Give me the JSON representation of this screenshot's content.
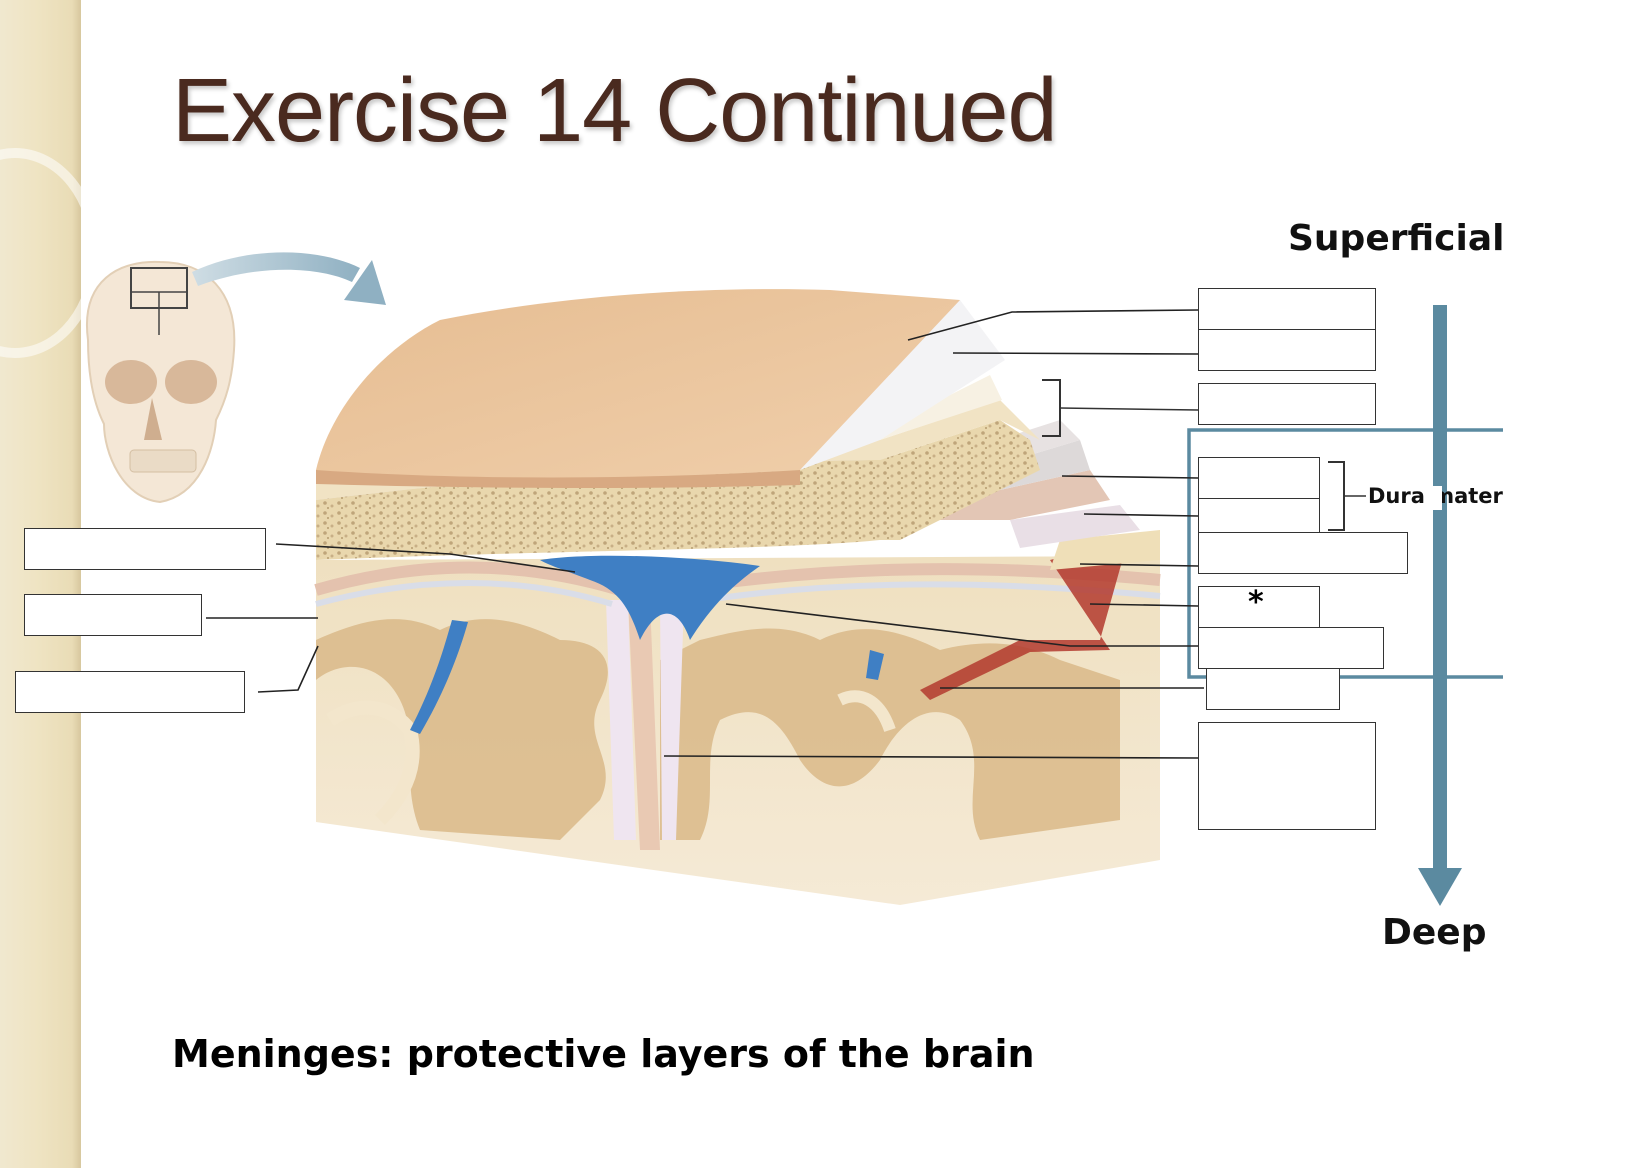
{
  "title": "Exercise 14 Continued",
  "subtitle": "Meninges: protective layers of the brain",
  "direction": {
    "top": "Superficial",
    "bottom": "Deep"
  },
  "group_label": "Dura mater",
  "asterisk": "*",
  "colors": {
    "title": "#4a2a1f",
    "arrow": "#5b8aa0",
    "vein": "#3f7fc4",
    "artery": "#b33a2e",
    "scalp": "#e8c29b",
    "bone": "#efdfb8"
  },
  "icons": [
    "skull-icon",
    "curved-arrow-icon",
    "depth-arrow-icon"
  ]
}
